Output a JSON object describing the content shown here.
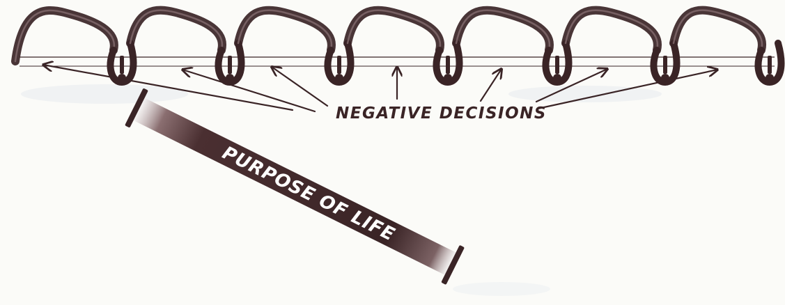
{
  "annotation": {
    "label": "NEGATIVE DECISIONS"
  },
  "bar": {
    "label": "PURPOSE OF LIFE"
  },
  "colors": {
    "ink": "#3a2426",
    "paper": "#fbfbf8",
    "smudge": "#e6e9ec"
  },
  "loops": {
    "count": 7
  }
}
